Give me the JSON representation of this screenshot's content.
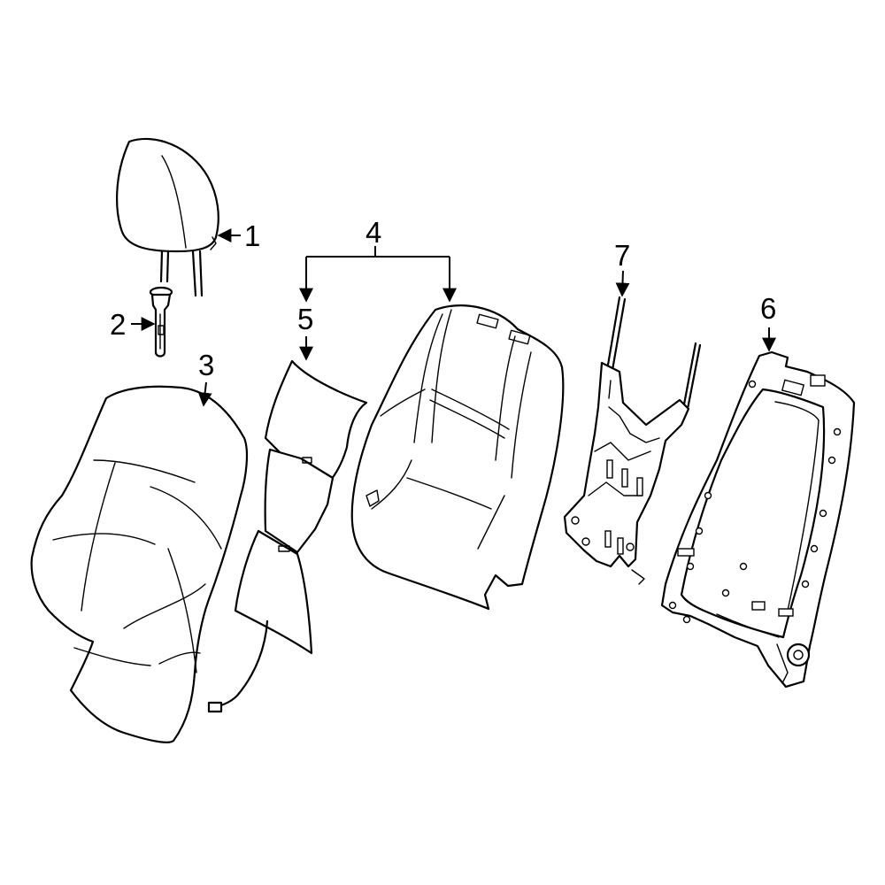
{
  "diagram": {
    "callouts": [
      {
        "id": "1",
        "label": "1"
      },
      {
        "id": "2",
        "label": "2"
      },
      {
        "id": "3",
        "label": "3"
      },
      {
        "id": "4",
        "label": "4"
      },
      {
        "id": "5",
        "label": "5"
      },
      {
        "id": "6",
        "label": "6"
      },
      {
        "id": "7",
        "label": "7"
      }
    ],
    "highlight_color": "#3a5bc7",
    "line_color": "#000000",
    "background": "#ffffff"
  }
}
